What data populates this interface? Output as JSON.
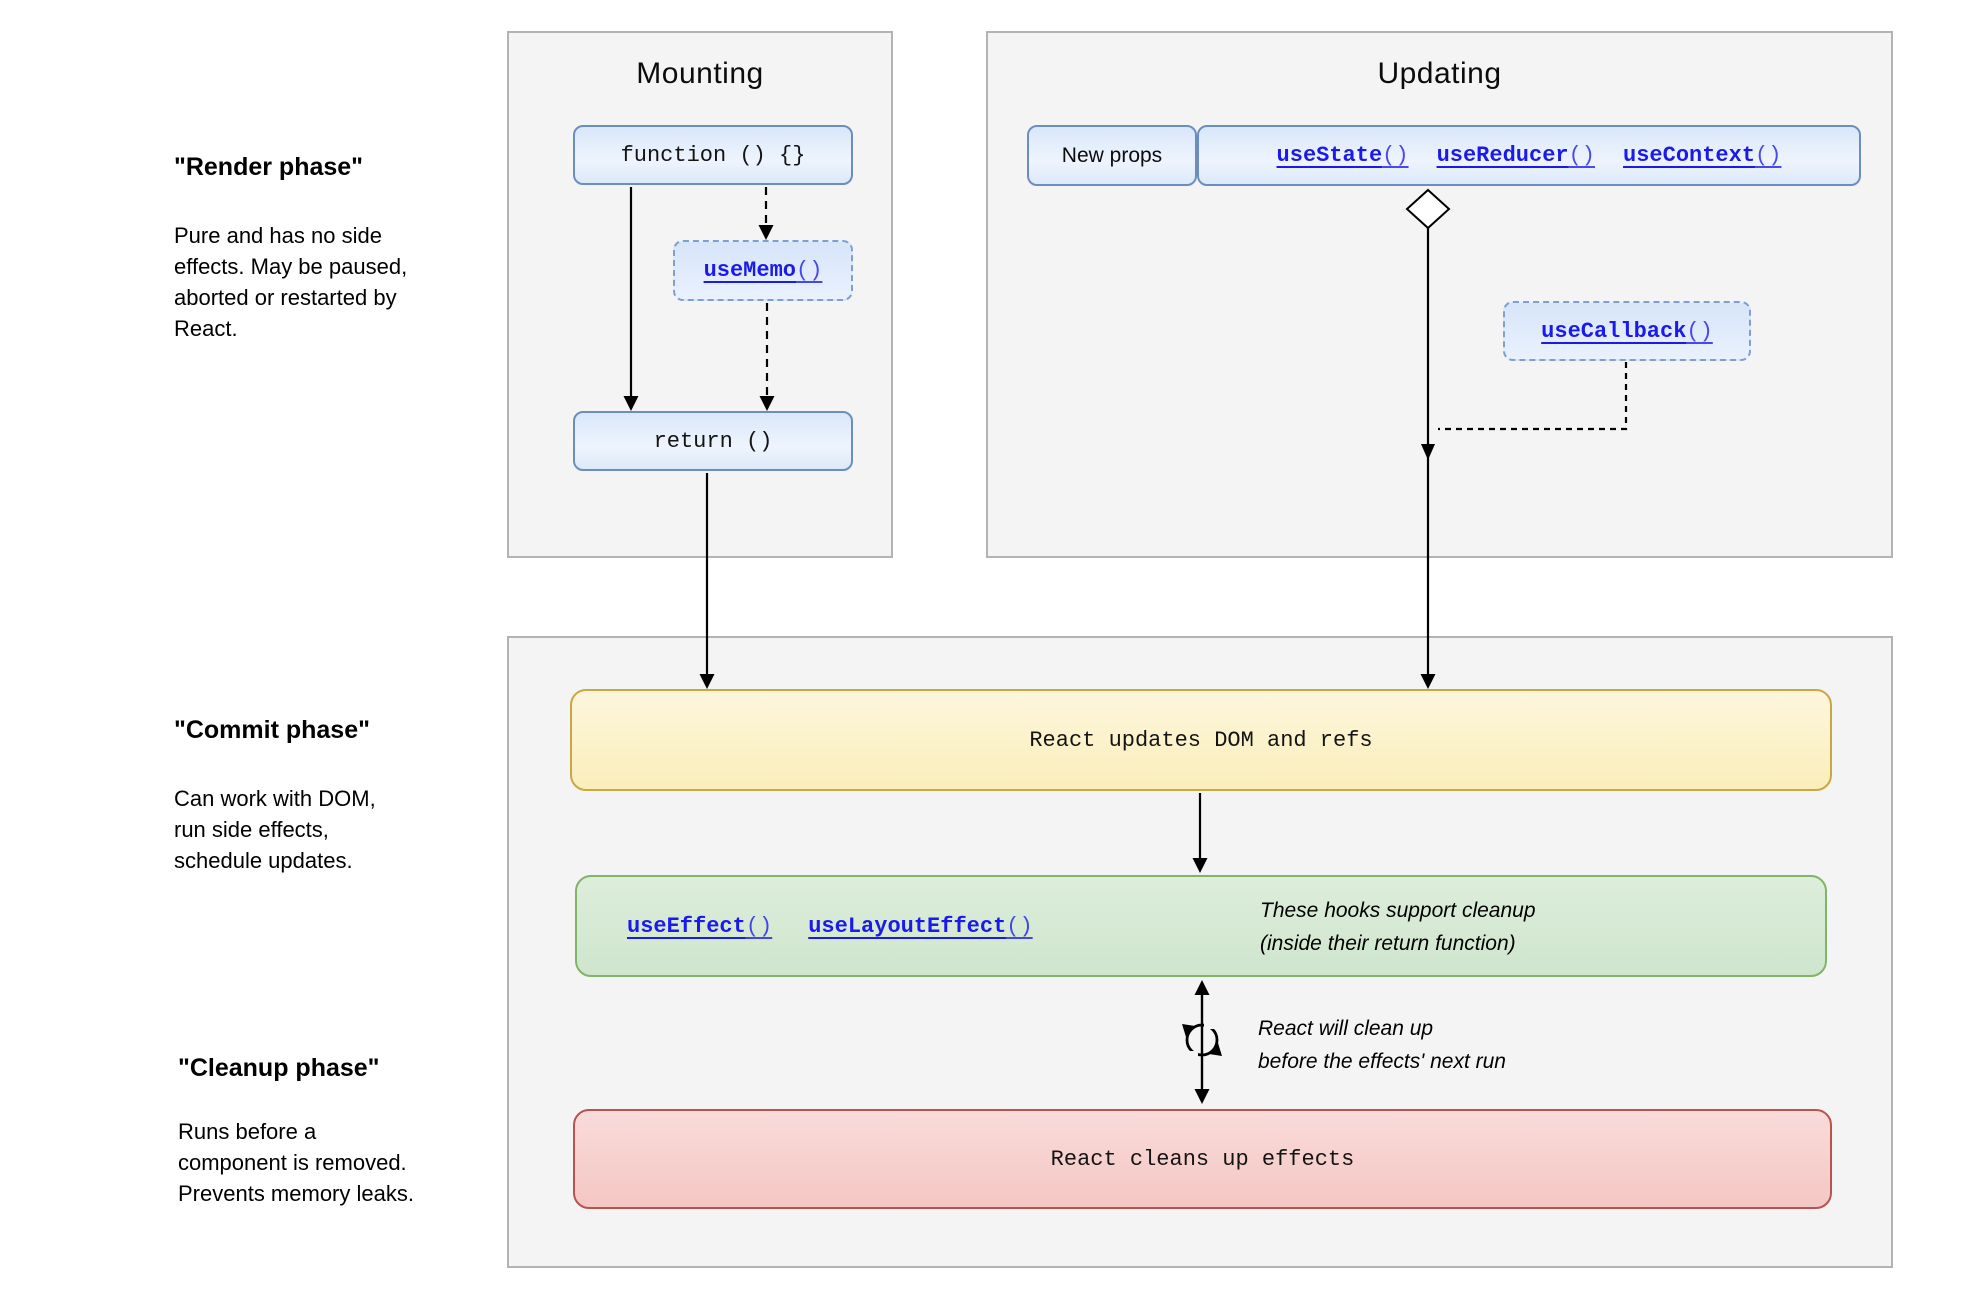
{
  "left_notes": [
    {
      "title": "\"Render phase\"",
      "lines": [
        "Pure and has no side",
        "effects. May be paused,",
        "aborted or restarted by",
        "React."
      ]
    },
    {
      "title": "\"Commit phase\"",
      "lines": [
        "Can work with DOM,",
        "run side effects,",
        "schedule updates."
      ]
    },
    {
      "title": "\"Cleanup phase\"",
      "lines": [
        "Runs before a",
        "component is removed.",
        "Prevents memory leaks."
      ]
    }
  ],
  "panels": {
    "mounting": {
      "title": "Mounting",
      "function_box": "function () {}",
      "use_memo": {
        "fn": "useMemo",
        "args": "()"
      },
      "return_box": "return ()"
    },
    "updating": {
      "title": "Updating",
      "new_props": "New props",
      "hooks": [
        {
          "fn": "useState",
          "args": "()"
        },
        {
          "fn": "useReducer",
          "args": "()"
        },
        {
          "fn": "useContext",
          "args": "()"
        }
      ],
      "use_callback": {
        "fn": "useCallback",
        "args": "()"
      }
    },
    "commit": {
      "updates_box": "React updates DOM and refs",
      "effect_hooks": [
        {
          "fn": "useEffect",
          "args": "()"
        },
        {
          "fn": "useLayoutEffect",
          "args": "()"
        }
      ],
      "effects_note": {
        "line1": "These hooks support cleanup",
        "line2": "(inside their return function)"
      },
      "cleanup_note": {
        "line1": "React will clean up",
        "line2": "before the effects' next run"
      },
      "cleans_box": "React cleans up effects"
    }
  },
  "colors": {
    "panel_fill": "#f4f4f5",
    "panel_border": "#b3b3b3",
    "node_fill": "#dae8fc",
    "node_border": "#6c8ebf",
    "link_blue": "#1b1aec",
    "yellow_fill": "#fbeebd",
    "yellow_border": "#c9a744",
    "green_fill": "#d5e8d4",
    "green_border": "#82b366",
    "red_fill": "#f8cecc",
    "red_border": "#b85450",
    "arrow": "#000000"
  }
}
